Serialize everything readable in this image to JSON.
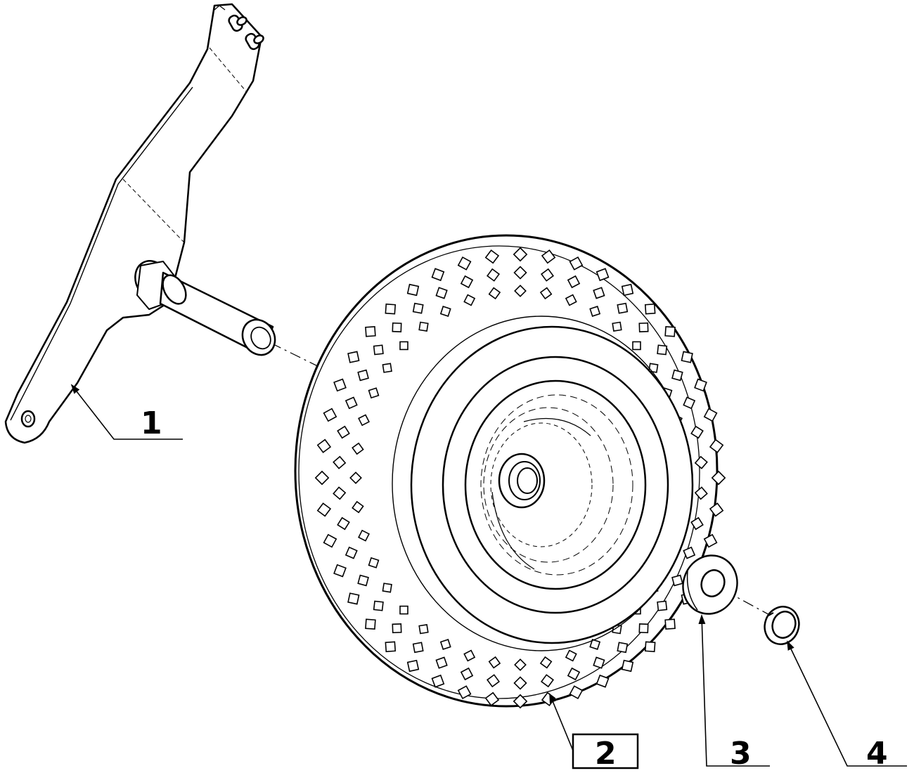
{
  "diagram": {
    "ink_color": "#000000",
    "background_color": "#ffffff",
    "callouts": [
      {
        "label": "1",
        "boxed": false,
        "target": "axle-arm"
      },
      {
        "label": "2",
        "boxed": true,
        "target": "wheel"
      },
      {
        "label": "3",
        "boxed": false,
        "target": "washer"
      },
      {
        "label": "4",
        "boxed": false,
        "target": "retaining-ring"
      }
    ]
  }
}
